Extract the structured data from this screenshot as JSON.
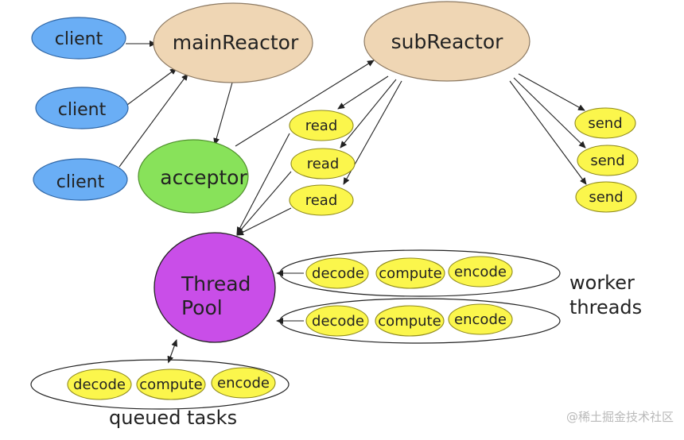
{
  "diagram": {
    "clients": [
      "client",
      "client",
      "client"
    ],
    "main_reactor": "mainReactor",
    "sub_reactor": "subReactor",
    "acceptor": "acceptor",
    "reads": [
      "read",
      "read",
      "read"
    ],
    "sends": [
      "send",
      "send",
      "send"
    ],
    "thread_pool": [
      "Thread",
      "Pool"
    ],
    "worker_rows": [
      [
        "decode",
        "compute",
        "encode"
      ],
      [
        "decode",
        "compute",
        "encode"
      ]
    ],
    "worker_label": [
      "worker",
      "threads"
    ],
    "queued_row": [
      "decode",
      "compute",
      "encode"
    ],
    "queued_label": "queued tasks"
  },
  "watermark": "@稀土掘金技术社区",
  "colors": {
    "client_fill": "#6aaef5",
    "reactor_fill": "#efd6b4",
    "acceptor_fill": "#88e25a",
    "task_fill": "#fbf64c",
    "pool_fill": "#c94ee8"
  }
}
